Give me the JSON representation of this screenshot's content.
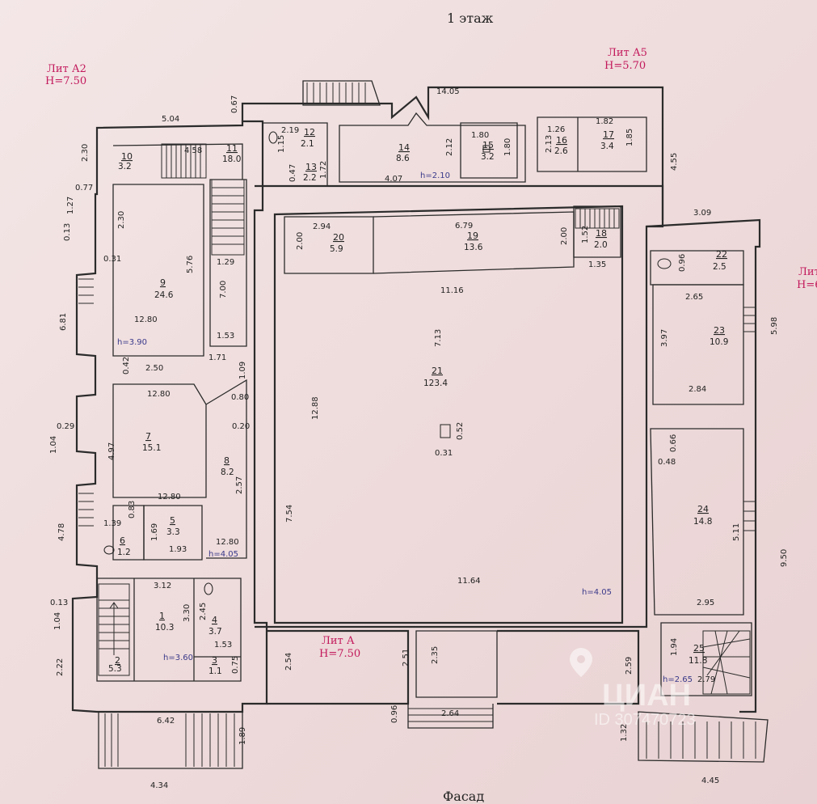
{
  "floor_title": "1 этаж",
  "facade_label": "Фасад",
  "lit_labels": [
    {
      "lit": "Лит А2",
      "h": "H=7.50"
    },
    {
      "lit": "Лит А5",
      "h": "H=5.70"
    },
    {
      "lit": "Лит А",
      "h": "H=7.50"
    },
    {
      "lit": "Лит",
      "h": "H=6"
    }
  ],
  "rooms": [
    {
      "n": "10",
      "a": "3.2"
    },
    {
      "n": "11",
      "a": "18.0"
    },
    {
      "n": "12",
      "a": "2.1"
    },
    {
      "n": "13",
      "a": "2.2"
    },
    {
      "n": "14",
      "a": "8.6"
    },
    {
      "n": "15",
      "a": "3.2"
    },
    {
      "n": "16",
      "a": "2.6"
    },
    {
      "n": "17",
      "a": "3.4"
    },
    {
      "n": "20",
      "a": "5.9"
    },
    {
      "n": "19",
      "a": "13.6"
    },
    {
      "n": "18",
      "a": "2.0"
    },
    {
      "n": "22",
      "a": "2.5"
    },
    {
      "n": "9",
      "a": "24.6"
    },
    {
      "n": "23",
      "a": "10.9"
    },
    {
      "n": "21",
      "a": "123.4"
    },
    {
      "n": "7",
      "a": "15.1"
    },
    {
      "n": "8",
      "a": "8.2"
    },
    {
      "n": "24",
      "a": "14.8"
    },
    {
      "n": "5",
      "a": "3.3"
    },
    {
      "n": "6",
      "a": "1.2"
    },
    {
      "n": "1",
      "a": "10.3"
    },
    {
      "n": "4",
      "a": "3.7"
    },
    {
      "n": "3",
      "a": "1.1"
    },
    {
      "n": "2",
      "a": "5.3"
    },
    {
      "n": "25",
      "a": "11.8"
    }
  ],
  "heights": [
    "h=3.90",
    "h=4.05",
    "h=4.05",
    "h=3.60",
    "h=2.10",
    "h=2.65"
  ],
  "dims": [
    "5.04",
    "0.67",
    "14.05",
    "2.30",
    "0.77",
    "1.27",
    "0.13",
    "0.31",
    "6.81",
    "0.42",
    "0.29",
    "1.04",
    "4.78",
    "0.13",
    "1.04",
    "2.22",
    "6.42",
    "1.89",
    "4.34",
    "2.19",
    "1.15",
    "0.47",
    "1.72",
    "4.07",
    "1.80",
    "2.12",
    "1.80",
    "1.26",
    "1.82",
    "2.13",
    "1.85",
    "4.55",
    "3.09",
    "4.58",
    "2.94",
    "2.00",
    "6.79",
    "2.00",
    "1.52",
    "1.35",
    "2.30",
    "5.76",
    "1.29",
    "7.00",
    "1.53",
    "12.80",
    "11.16",
    "7.13",
    "0.96",
    "2.65",
    "3.97",
    "5.98",
    "2.84",
    "1.71",
    "1.09",
    "2.50",
    "12.80",
    "0.80",
    "0.20",
    "12.88",
    "0.52",
    "0.31",
    "0.66",
    "0.48",
    "4.97",
    "2.57",
    "12.80",
    "7.54",
    "1.39",
    "0.83",
    "1.69",
    "1.93",
    "12.80",
    "5.11",
    "9.50",
    "11.64",
    "2.95",
    "3.12",
    "3.30",
    "2.45",
    "1.53",
    "0.75",
    "2.54",
    "2.51",
    "2.35",
    "2.59",
    "1.94",
    "2.79",
    "0.96",
    "2.64",
    "1.32",
    "4.45"
  ],
  "watermark": {
    "brand": "ЦИАН",
    "id": "ID 307470723"
  }
}
